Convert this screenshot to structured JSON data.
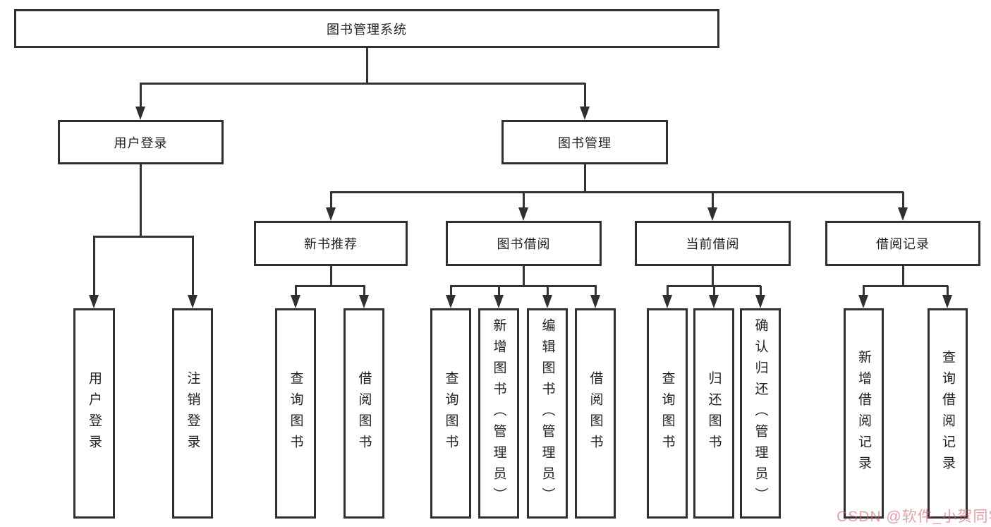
{
  "diagram": {
    "title": "图书管理系统",
    "nodes": {
      "root": {
        "label": "图书管理系统"
      },
      "user_login": {
        "label": "用户登录"
      },
      "book_management": {
        "label": "图书管理"
      },
      "new_book_recommend": {
        "label": "新书推荐"
      },
      "book_borrowing": {
        "label": "图书借阅"
      },
      "current_borrowing": {
        "label": "当前借阅"
      },
      "borrowing_records": {
        "label": "借阅记录"
      },
      "leaf_user_login": {
        "label": "用户登录"
      },
      "leaf_logout": {
        "label": "注销登录"
      },
      "leaf_query_books_recommend": {
        "label": "查询图书"
      },
      "leaf_borrow_books_recommend": {
        "label": "借阅图书"
      },
      "leaf_query_books_borrowing": {
        "label": "查询图书"
      },
      "leaf_add_books_admin": {
        "label": "新增图书（管理员）"
      },
      "leaf_edit_books_admin": {
        "label": "编辑图书（管理员）"
      },
      "leaf_borrow_books_borrowing": {
        "label": "借阅图书"
      },
      "leaf_query_books_current": {
        "label": "查询图书"
      },
      "leaf_return_books": {
        "label": "归还图书"
      },
      "leaf_confirm_return_admin": {
        "label": "确认归还（管理员）"
      },
      "leaf_add_borrow_record": {
        "label": "新增借阅记录"
      },
      "leaf_query_borrow_record": {
        "label": "查询借阅记录"
      }
    },
    "hierarchy": {
      "图书管理系统": [
        "用户登录",
        "图书管理"
      ],
      "用户登录": [
        "用户登录",
        "注销登录"
      ],
      "图书管理": [
        "新书推荐",
        "图书借阅",
        "当前借阅",
        "借阅记录"
      ],
      "新书推荐": [
        "查询图书",
        "借阅图书"
      ],
      "图书借阅": [
        "查询图书",
        "新增图书（管理员）",
        "编辑图书（管理员）",
        "借阅图书"
      ],
      "当前借阅": [
        "查询图书",
        "归还图书",
        "确认归还（管理员）"
      ],
      "借阅记录": [
        "新增借阅记录",
        "查询借阅记录"
      ]
    },
    "colors": {
      "border": "#2f2f2f",
      "line": "#333333",
      "background": "#ffffff",
      "text": "#222222"
    }
  },
  "watermark": {
    "text": "CSDN @软件_小贺同学",
    "color": "#cb525f"
  }
}
